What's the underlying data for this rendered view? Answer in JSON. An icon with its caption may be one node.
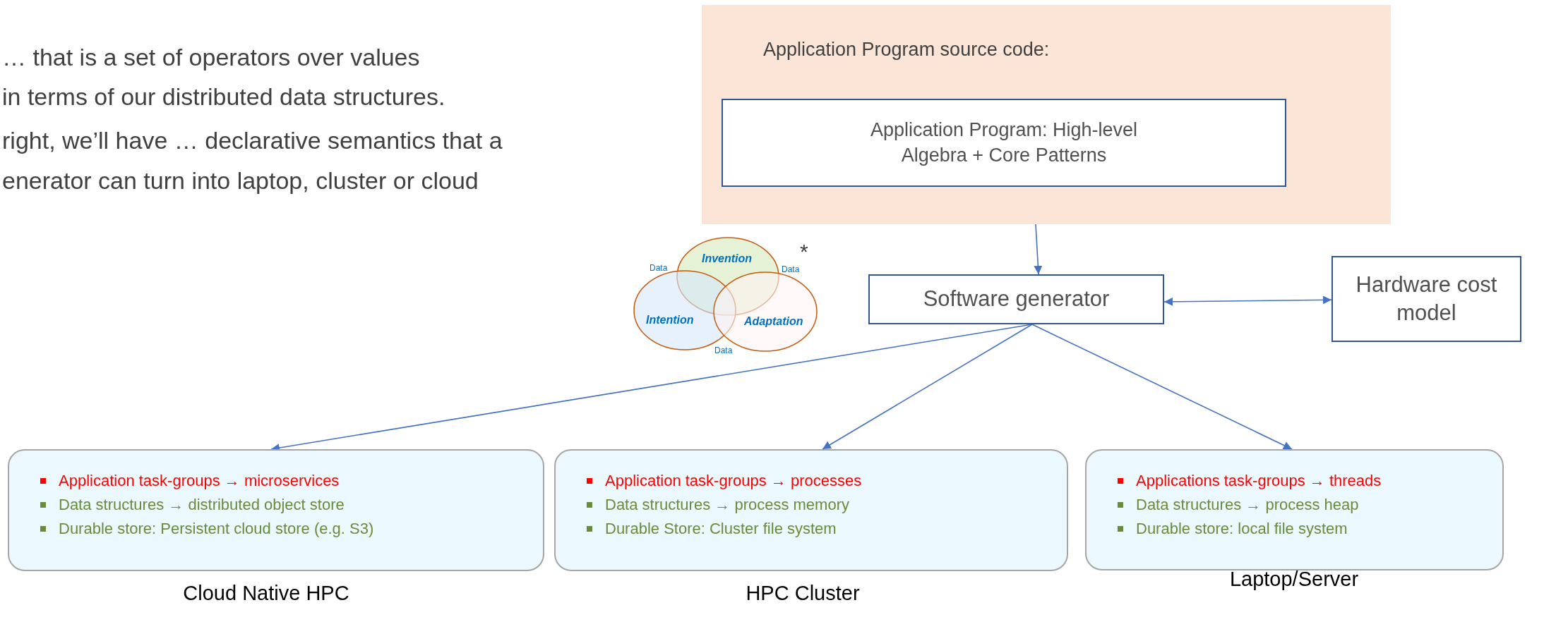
{
  "diagram": {
    "nodes": [
      {
        "text": [
          "Application Program source code:"
        ]
      },
      {
        "text": [
          "Application Program: High-level Algebra + Core Patterns"
        ],
        "in": 0
      },
      {
        "text": [
          "Invention"
        ]
      },
      {
        "text": [
          "Intention"
        ]
      },
      {
        "text": [
          "Adaptation"
        ]
      },
      {
        "text": [
          "Software generator"
        ]
      },
      {
        "text": [
          "Hardware cost model"
        ]
      },
      {
        "text": [
          "Application task-groups → microservices",
          "Data structures → distributed object store",
          "Durable store: Persistent cloud store (e.g. S3)"
        ],
        "beside": [
          "Cloud Native HPC"
        ]
      },
      {
        "text": [
          "Application task-groups → processes",
          "Data structures → process memory",
          "Durable Store: Cluster file system"
        ],
        "beside": [
          "HPC Cluster"
        ]
      },
      {
        "text": [
          "Applications task-groups → threads",
          "Data structures → process heap",
          "Durable store: local file system"
        ],
        "beside": [
          "Laptop/Server"
        ]
      }
    ],
    "edges": [
      {
        "from": 0,
        "to": 5,
        "arrow": "to"
      },
      {
        "from": 5,
        "to": 6,
        "arrow": "both"
      },
      {
        "from": 5,
        "to": 7,
        "arrow": "to"
      },
      {
        "from": 5,
        "to": 8,
        "arrow": "to"
      },
      {
        "from": 5,
        "to": 9,
        "arrow": "to"
      }
    ],
    "labels": [
      "… that is a set of operators over values",
      "in terms of our distributed data structures.",
      "right, we’ll have … declarative semantics that a",
      "enerator can turn into laptop, cluster or cloud",
      "Data",
      "Data",
      "Data",
      "*"
    ]
  }
}
